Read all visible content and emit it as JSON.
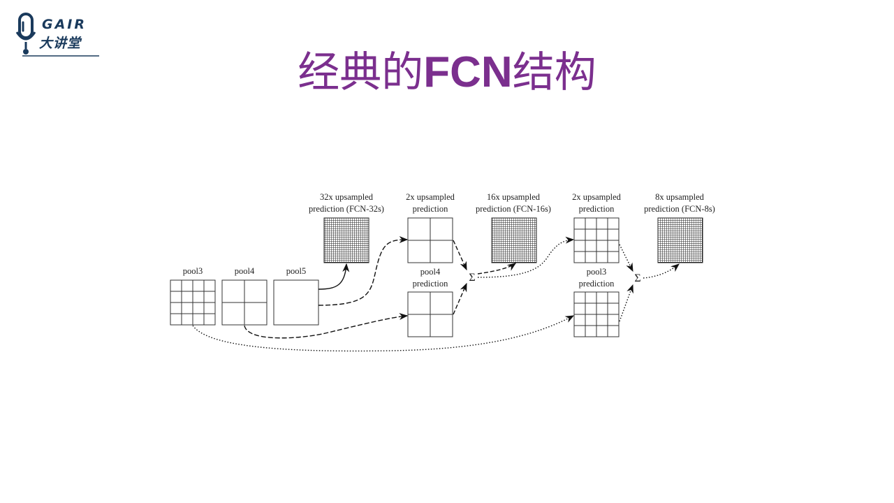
{
  "logo": {
    "brand_en": "GAIR",
    "brand_cn": "大讲堂"
  },
  "title": {
    "part1": "经典的",
    "part2": "FCN",
    "part3": "结构"
  },
  "diagram": {
    "labels": {
      "pool3": "pool3",
      "pool4": "pool4",
      "pool5": "pool5",
      "up32_l1": "32x upsampled",
      "up32_l2": "prediction (FCN-32s)",
      "up2a_l1": "2x upsampled",
      "up2a_l2": "prediction",
      "up16_l1": "16x upsampled",
      "up16_l2": "prediction (FCN-16s)",
      "up2b_l1": "2x upsampled",
      "up2b_l2": "prediction",
      "up8_l1": "8x upsampled",
      "up8_l2": "prediction (FCN-8s)",
      "pool4pred_l1": "pool4",
      "pool4pred_l2": "prediction",
      "pool3pred_l1": "pool3",
      "pool3pred_l2": "prediction",
      "sum": "Σ"
    }
  }
}
